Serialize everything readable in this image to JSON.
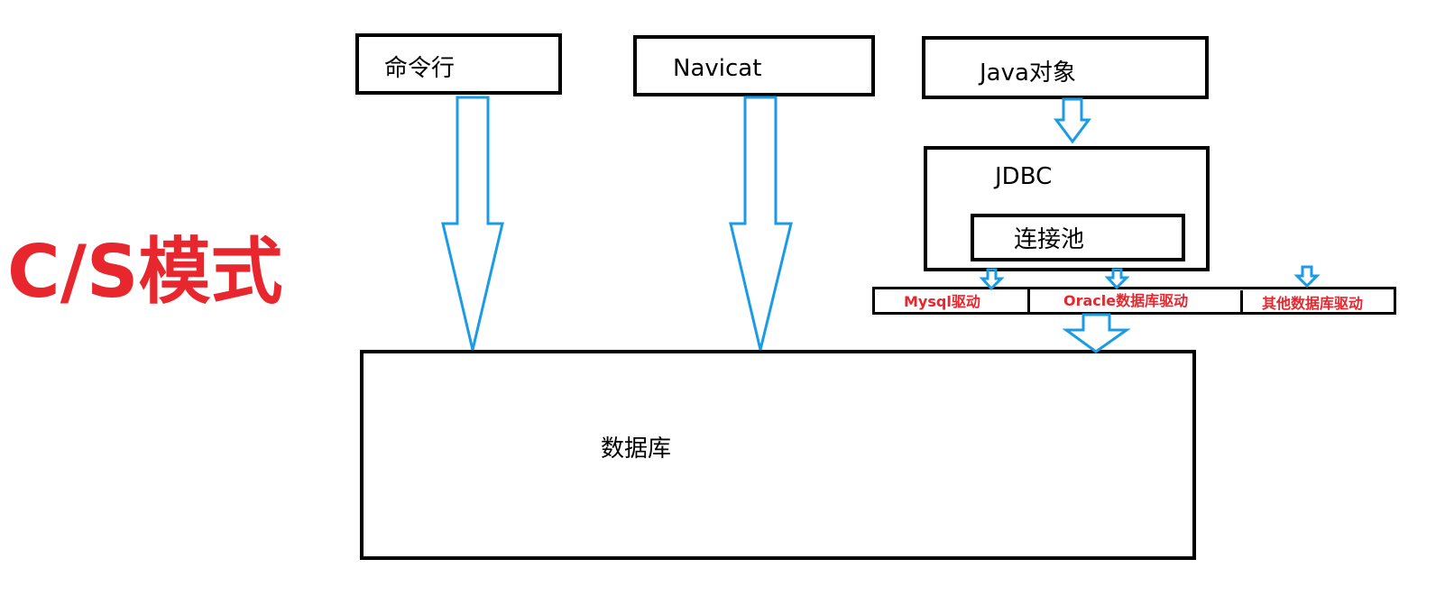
{
  "title": "C/S模式",
  "clients": {
    "cmd": "命令行",
    "navicat": "Navicat",
    "java": "Java对象"
  },
  "jdbc": {
    "label": "JDBC",
    "pool": "连接池"
  },
  "drivers": [
    "Mysql驱动",
    "Oracle数据库驱动",
    "其他数据库驱动"
  ],
  "database": "数据库",
  "colors": {
    "title": "#e8262d",
    "arrow": "#1a9be6",
    "driver_text": "#e8262d",
    "border": "#000000"
  }
}
